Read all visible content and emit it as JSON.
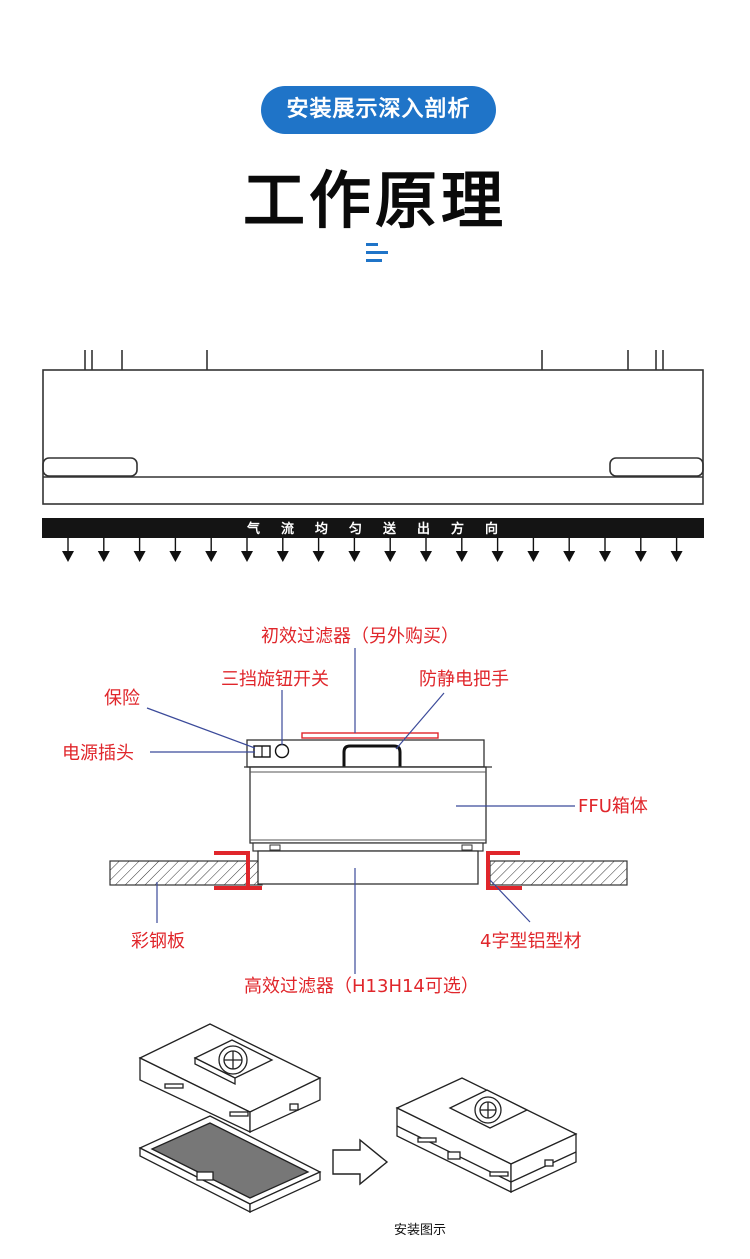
{
  "header": {
    "badge": "安装展示深入剖析",
    "title": "工作原理",
    "menu_icon": "menu-icon",
    "accent_color": "#1f74c8"
  },
  "airflow": {
    "banner_text": [
      "气",
      "流",
      "均",
      "匀",
      "送",
      "出",
      "方",
      "向"
    ],
    "arrow_count": 18
  },
  "labels": {
    "primary_filter": "初效过滤器（另外购买）",
    "switch": "三挡旋钮开关",
    "handle": "防静电把手",
    "fuse": "保险",
    "power_plug": "电源插头",
    "ffu_box": "FFU箱体",
    "steel_panel": "彩钢板",
    "aluminum_profile": "4字型铝型材",
    "hepa_filter": "高效过滤器（H13H14可选）",
    "label_color": "#e0262b",
    "leader_color": "#3b4a9a"
  },
  "install": {
    "caption": "安装图示"
  }
}
